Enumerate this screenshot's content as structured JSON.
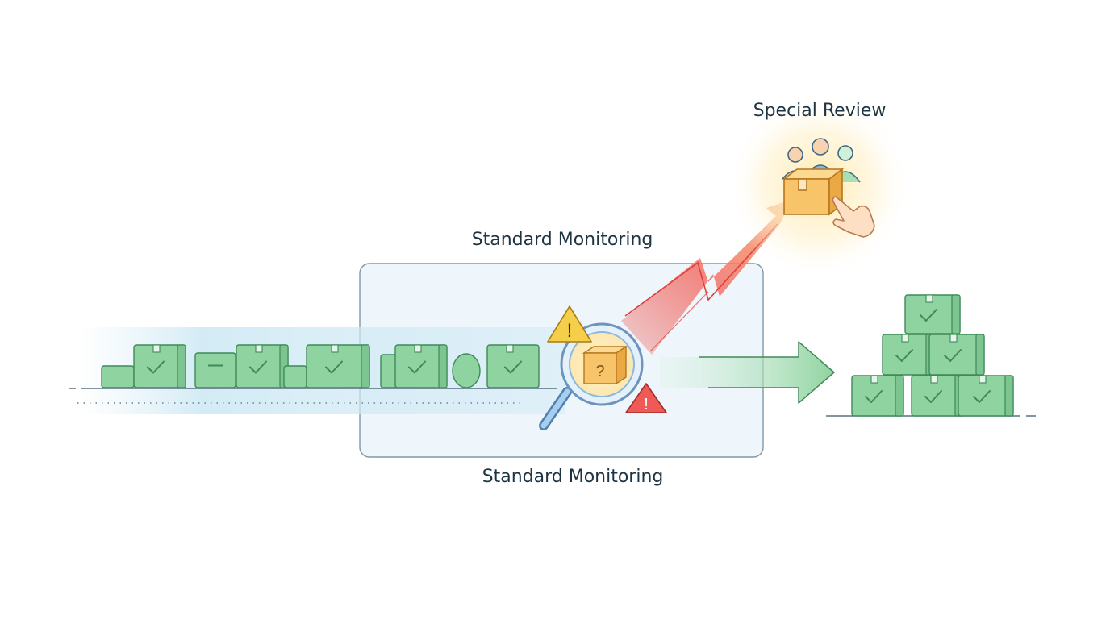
{
  "labels": {
    "special_review": "Special Review",
    "monitoring_top": "Standard Monitoring",
    "monitoring_bottom": "Standard Monitoring"
  },
  "icons": {
    "package": "package-check-icon",
    "inspect": "magnifier-icon",
    "unknown": "question-box-icon",
    "warning": "warning-triangle-icon",
    "reviewers": "people-group-icon",
    "hand": "pointing-hand-icon",
    "flow": "right-arrow-icon",
    "escalate": "lightning-bolt-icon"
  },
  "colors": {
    "package_fill": "#8fd3a0",
    "package_stroke": "#3e8a58",
    "flagged_fill": "#f7c46a",
    "warning_yellow": "#f5cf4a",
    "warning_red": "#ef5a56",
    "lens_blue": "#89b9e3",
    "monitor_box": "#eef6fb",
    "text": "#1f3442"
  }
}
